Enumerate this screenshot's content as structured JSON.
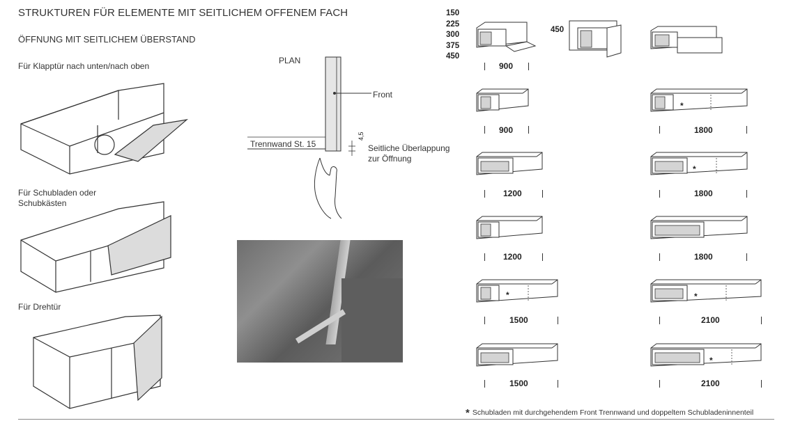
{
  "header": {
    "title": "STRUKTUREN FÜR ELEMENTE MIT SEITLICHEM OFFENEM FACH",
    "subtitle": "ÖFFNUNG MIT SEITLICHEM ÜBERSTAND"
  },
  "illustrations": {
    "flap_caption": "Für Klapptür nach unten/nach oben",
    "drawer_caption_line1": "Für Schubladen oder",
    "drawer_caption_line2": "Schubkästen",
    "hinged_caption": "Für Drehtür"
  },
  "plan": {
    "title": "PLAN",
    "front_label": "Front",
    "partition_label": "Trennwand St. 15",
    "overlap_value": "4,5",
    "overlap_label_line1": "Seitliche Überlappung",
    "overlap_label_line2": "zur Öffnung"
  },
  "heights": {
    "values": [
      "150",
      "225",
      "300",
      "375",
      "450"
    ],
    "right_value": "450"
  },
  "modules": {
    "left_column": [
      "900",
      "900",
      "1200",
      "1200",
      "1500",
      "1500"
    ],
    "right_column": [
      "1800",
      "1800",
      "1800",
      "2100",
      "2100"
    ]
  },
  "footnote": {
    "symbol": "*",
    "text": "Schubladen mit durchgehendem Front Trennwand und doppeltem Schubladeninnenteil"
  }
}
